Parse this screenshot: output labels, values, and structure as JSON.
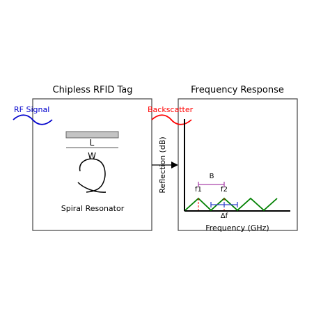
{
  "tag_panel": {
    "title": "Chipless RFID Tag",
    "length_label": "L",
    "width_label": "W",
    "resonator_label": "Spiral Resonator"
  },
  "signals": {
    "rf_label": "RF Signal",
    "rf_color": "#0000cc",
    "backscatter_label": "Backscatter",
    "backscatter_color": "#ff0000"
  },
  "response_panel": {
    "title": "Frequency Response",
    "ylabel": "Reflection (dB)",
    "xlabel": "Frequency (GHz)",
    "bandwidth_label": "B",
    "f1_label": "f1",
    "f2_label": "f2",
    "delta_f_label": "Δf",
    "curve_color": "#008000",
    "bandwidth_color": "#aa44aa",
    "delta_color": "#3344cc"
  }
}
